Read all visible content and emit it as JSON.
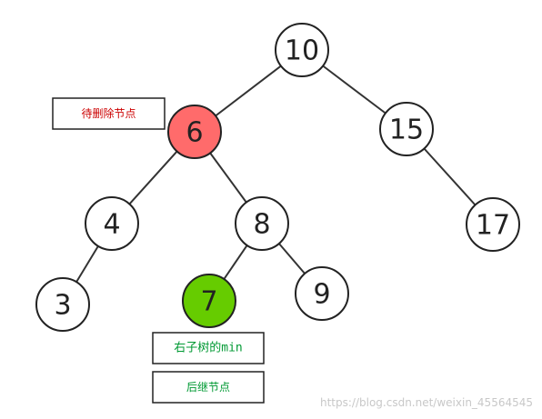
{
  "nodes": [
    {
      "id": "n10",
      "label": "10",
      "color": "#ffffff"
    },
    {
      "id": "n6",
      "label": "6",
      "color": "#ff6b6b"
    },
    {
      "id": "n15",
      "label": "15",
      "color": "#ffffff"
    },
    {
      "id": "n4",
      "label": "4",
      "color": "#ffffff"
    },
    {
      "id": "n8",
      "label": "8",
      "color": "#ffffff"
    },
    {
      "id": "n17",
      "label": "17",
      "color": "#ffffff"
    },
    {
      "id": "n3",
      "label": "3",
      "color": "#ffffff"
    },
    {
      "id": "n7",
      "label": "7",
      "color": "#66cc00"
    },
    {
      "id": "n9",
      "label": "9",
      "color": "#ffffff"
    }
  ],
  "edges": [
    [
      "n10",
      "n6"
    ],
    [
      "n10",
      "n15"
    ],
    [
      "n6",
      "n4"
    ],
    [
      "n6",
      "n8"
    ],
    [
      "n15",
      "n17"
    ],
    [
      "n4",
      "n3"
    ],
    [
      "n8",
      "n7"
    ],
    [
      "n8",
      "n9"
    ]
  ],
  "annotations": {
    "to_delete": {
      "text": "待删除节点",
      "color": "#cc0000"
    },
    "right_subtree_min": {
      "text": "右子树的min",
      "color": "#009933"
    },
    "successor": {
      "text": "后继节点",
      "color": "#009933"
    }
  },
  "watermark": "https://blog.csdn.net/weixin_45564545"
}
